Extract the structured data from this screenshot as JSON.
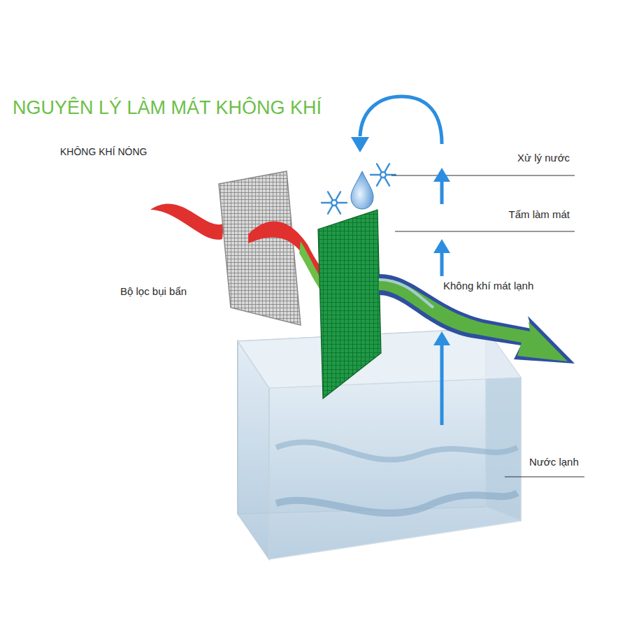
{
  "diagram": {
    "title": "NGUYÊN LÝ LÀM MÁT KHÔNG KHÍ",
    "labels": [
      "KHÔNG KHÍ NÓNG",
      "Xử lý nước",
      "Tấm làm mát",
      "Bộ lọc bụi bẩn",
      "Không khí mát lạnh",
      "Nước lạnh"
    ]
  }
}
